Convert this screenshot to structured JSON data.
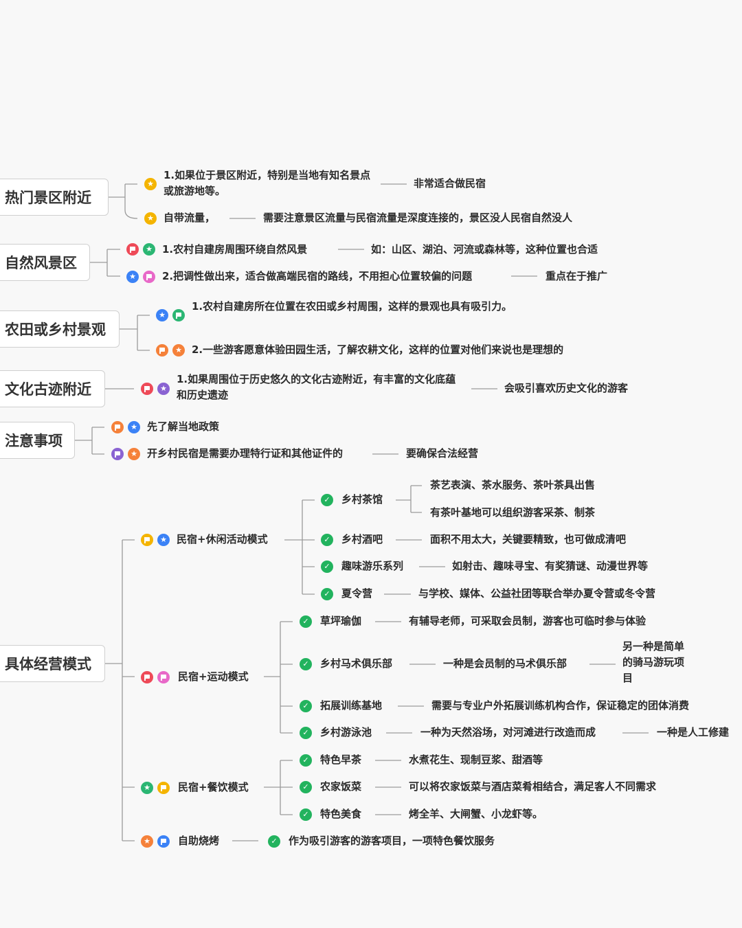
{
  "colors": {
    "line": "#9a9a9a",
    "star_yellow": "#f4b400",
    "star_green": "#2bb673",
    "star_blue": "#3b82f6",
    "flag_red": "#ee4a58",
    "check": "#22b35e"
  },
  "topics": [
    {
      "label": "热门景区附近",
      "items": [
        {
          "text": "1.如果位于景区附近，特别是当地有知名景点或旅游地等。",
          "note": "非常适合做民宿",
          "icons": [
            "star-yellow-icon"
          ]
        },
        {
          "text": "自带流量，",
          "note": "需要注意景区流量与民宿流量是深度连接的，景区没人民宿自然没人",
          "icons": [
            "star-yellow-icon"
          ]
        }
      ]
    },
    {
      "label": "自然风景区",
      "items": [
        {
          "text": "1.农村自建房周围环绕自然风景",
          "note": "如：山区、湖泊、河流或森林等，这种位置也合适",
          "icons": [
            "flag-red-icon",
            "star-green-icon"
          ]
        },
        {
          "text": "2.把调性做出来，适合做高端民宿的路线，不用担心位置较偏的问题",
          "note": "重点在于推广",
          "icons": [
            "star-blue-icon",
            "flag-pink-icon"
          ]
        }
      ]
    },
    {
      "label": "农田或乡村景观",
      "items": [
        {
          "text": "1.农村自建房所在位置在农田或乡村周围，这样的景观也具有吸引力。",
          "icons": [
            "star-blue-icon",
            "flag-green-icon"
          ]
        },
        {
          "text": "2.一些游客愿意体验田园生活，了解农耕文化，这样的位置对他们来说也是理想的",
          "icons": [
            "flag-orange-icon",
            "star-orange-icon"
          ]
        }
      ]
    },
    {
      "label": "文化古迹附近",
      "items": [
        {
          "text": "1.如果周围位于历史悠久的文化古迹附近，有丰富的文化底蕴和历史遗迹",
          "note": "会吸引喜欢历史文化的游客",
          "icons": [
            "flag-red-icon",
            "star-purple-icon"
          ]
        }
      ]
    },
    {
      "label": "注意事项",
      "items": [
        {
          "text": "先了解当地政策",
          "icons": [
            "flag-orange-icon",
            "star-blue-icon"
          ]
        },
        {
          "text": "开乡村民宿是需要办理特行证和其他证件的",
          "note": "要确保合法经营",
          "icons": [
            "flag-purple-icon",
            "star-orange-icon"
          ]
        }
      ]
    },
    {
      "label": "具体经营模式",
      "modes": [
        {
          "label": "民宿+休闲活动模式",
          "icons": [
            "flag-yellow-icon",
            "star-blue-icon"
          ],
          "subs": [
            {
              "label": "乡村茶馆",
              "notes": [
                "茶艺表演、茶水服务、茶叶茶具出售",
                "有茶叶基地可以组织游客采茶、制茶"
              ]
            },
            {
              "label": "乡村酒吧",
              "notes": [
                "面积不用太大，关键要精致，也可做成清吧"
              ]
            },
            {
              "label": "趣味游乐系列",
              "notes": [
                "如射击、趣味寻宝、有奖猜谜、动漫世界等"
              ]
            },
            {
              "label": "夏令营",
              "notes": [
                "与学校、媒体、公益社团等联合举办夏令营或冬令营"
              ]
            }
          ]
        },
        {
          "label": "民宿+运动模式",
          "icons": [
            "flag-red-icon",
            "flag-pink-icon"
          ],
          "subs": [
            {
              "label": "草坪瑜伽",
              "notes": [
                "有辅导老师，可采取会员制，游客也可临时参与体验"
              ]
            },
            {
              "label": "乡村马术俱乐部",
              "notes": [
                "一种是会员制的马术俱乐部"
              ],
              "extra": "另一种是简单的骑马游玩项目"
            },
            {
              "label": "拓展训练基地",
              "notes": [
                "需要与专业户外拓展训练机构合作，保证稳定的团体消费"
              ]
            },
            {
              "label": "乡村游泳池",
              "notes": [
                "一种为天然浴场，对河滩进行改造而成"
              ],
              "extra": "一种是人工修建"
            }
          ]
        },
        {
          "label": "民宿+餐饮模式",
          "icons": [
            "star-green-icon",
            "flag-yellow-icon"
          ],
          "subs": [
            {
              "label": "特色早茶",
              "notes": [
                "水煮花生、现制豆浆、甜酒等"
              ]
            },
            {
              "label": "农家饭菜",
              "notes": [
                "可以将农家饭菜与酒店菜肴相结合，满足客人不同需求"
              ]
            },
            {
              "label": "特色美食",
              "notes": [
                "烤全羊、大闸蟹、小龙虾等。"
              ]
            }
          ]
        },
        {
          "label": "自助烧烤",
          "icons": [
            "star-orange-icon",
            "flag-blue-icon"
          ],
          "subs": [
            {
              "label": "作为吸引游客的游客项目，一项特色餐饮服务",
              "notes": []
            }
          ]
        }
      ]
    }
  ]
}
